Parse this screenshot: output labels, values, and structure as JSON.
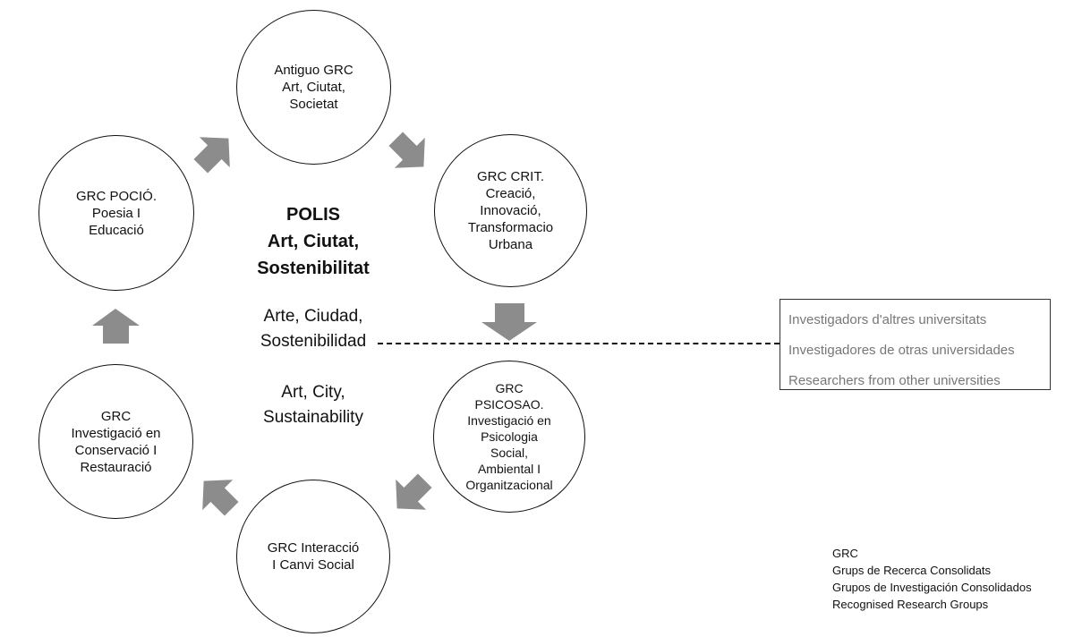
{
  "center": {
    "title": "POLIS\nArt, Ciutat,\nSostenibilitat",
    "spanish": "Arte, Ciudad,\nSostenibilidad",
    "english": "Art, City,\nSustainability"
  },
  "circles": {
    "top": "Antiguo GRC\nArt, Ciutat,\nSocietat",
    "upper_right": "GRC CRIT.\nCreació,\nInnovació,\nTransformacio\nUrbana",
    "lower_right": "GRC\nPSICOSAO.\nInvestigació en\nPsicologia\nSocial,\nAmbiental I\nOrganitzacional",
    "bottom": "GRC Interacció\nI Canvi Social",
    "lower_left": "GRC\nInvestigació en\nConservació I\nRestauració",
    "upper_left": "GRC POCIÓ.\nPoesia I\nEducació"
  },
  "researchers": [
    "Investigadors d'altres universitats",
    "Investigadores de otras universidades",
    "Researchers from other universities"
  ],
  "legend": [
    "GRC",
    "Grups de Recerca Consolidats",
    "Grupos de Investigación Consolidados",
    "Recognised Research Groups"
  ],
  "colors": {
    "arrow_fill": "#8c8c8c",
    "circle_stroke": "#111111",
    "researcher_text": "#777777"
  }
}
